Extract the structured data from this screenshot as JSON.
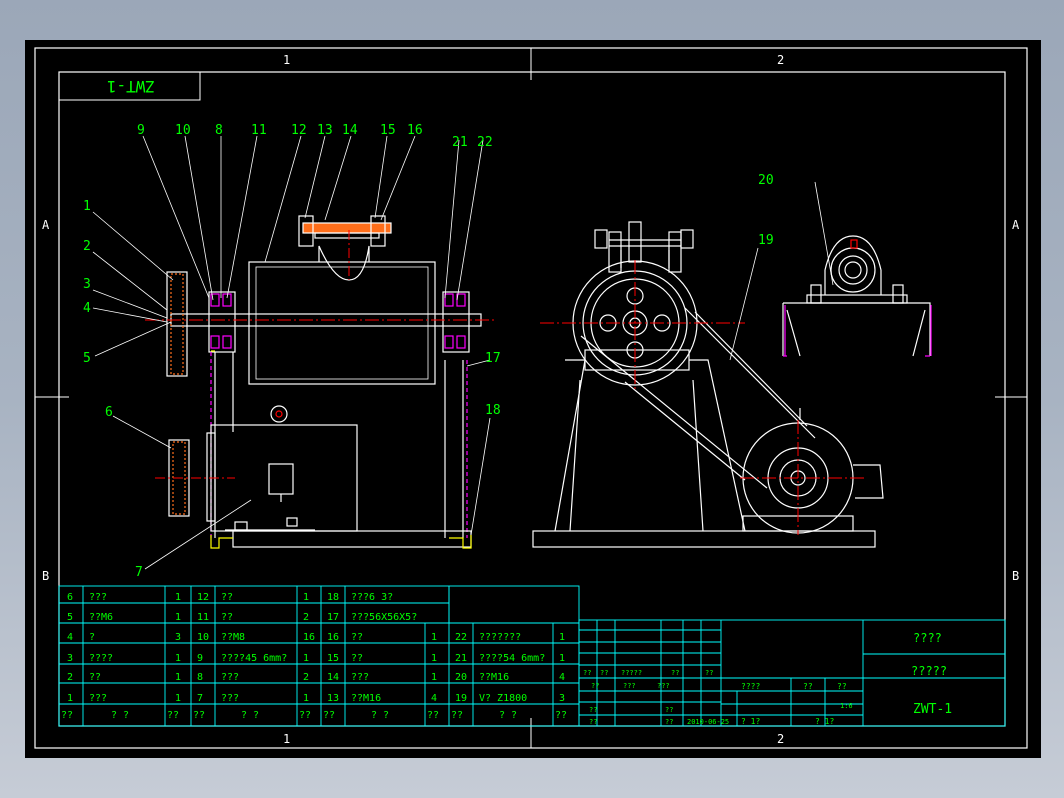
{
  "drawing": {
    "code_box": "ZWT-1",
    "zone_numbers": [
      "1",
      "2"
    ],
    "zone_letters": [
      "A",
      "B"
    ],
    "callouts": [
      "1",
      "2",
      "3",
      "4",
      "5",
      "6",
      "7",
      "8",
      "9",
      "10",
      "11",
      "12",
      "13",
      "14",
      "15",
      "16",
      "17",
      "18",
      "19",
      "20",
      "21",
      "22"
    ]
  },
  "bom": {
    "rows": [
      [
        "6",
        "???",
        "1",
        "12",
        "??",
        "1",
        "18",
        "???6 3?",
        "",
        ""
      ],
      [
        "5",
        "??M6",
        "1",
        "11",
        "??",
        "2",
        "17",
        "???56X56X5?",
        "",
        ""
      ],
      [
        "4",
        "?",
        "3",
        "10",
        "??M8",
        "16",
        "16",
        "??",
        "1",
        "22",
        "???????",
        "1"
      ],
      [
        "3",
        "????",
        "1",
        "9",
        "????45 6mm?",
        "1",
        "15",
        "??",
        "1",
        "21",
        "????54 6mm?",
        "1"
      ],
      [
        "2",
        "??",
        "1",
        "8",
        "???",
        "2",
        "14",
        "???",
        "1",
        "20",
        "??M16",
        "4"
      ],
      [
        "1",
        "???",
        "1",
        "7",
        "???",
        "1",
        "13",
        "??M16",
        "4",
        "19",
        "V? Z1800",
        "3"
      ]
    ],
    "header": [
      "??",
      "?  ?",
      "??",
      "??",
      "?  ?",
      "??",
      "??",
      "?  ?",
      "??",
      "??",
      "?  ?",
      "??"
    ]
  },
  "title_block": {
    "top_right": "????",
    "mid_right": "?????",
    "drawing_no": "ZWT-1",
    "date": "2010-06-25",
    "scale": "1:6",
    "small_rows": [
      [
        "??",
        "??",
        "?????",
        "??",
        "??"
      ],
      [
        "??",
        "???",
        "???"
      ],
      [
        "??",
        "??"
      ],
      [
        "??",
        "??"
      ]
    ],
    "mid_cells": [
      "????",
      "??",
      "??"
    ],
    "mid_cells2": [
      "?  1?",
      "?  1?"
    ]
  },
  "colors": {
    "frame": "#ffffff",
    "text": "#00ff00",
    "grid": "#00ffff",
    "part": "#ffffff",
    "hidden": "#ff00ff",
    "center": "#ff0000",
    "accent": "#ffff00"
  }
}
